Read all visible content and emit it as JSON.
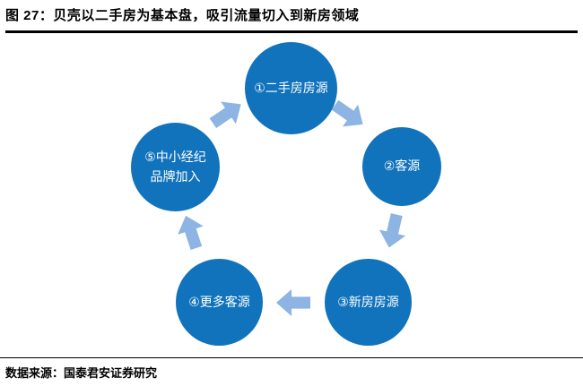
{
  "title": "图 27：贝壳以二手房为基本盘，吸引流量切入到新房领域",
  "source": "数据来源：国泰君安证券研究",
  "colors": {
    "node": "#1173BC",
    "arrow": "#8DB4E2",
    "node_text": "#FFFFFF"
  },
  "diagram": {
    "type": "cycle",
    "direction": "clockwise",
    "nodes": [
      {
        "label": "①二手房房源"
      },
      {
        "label": "②客源"
      },
      {
        "label": "③新房房源"
      },
      {
        "label": "④更多客源"
      },
      {
        "label": "⑤中小经纪品牌加入"
      }
    ],
    "arrows": [
      {
        "from": "①二手房房源",
        "to": "②客源"
      },
      {
        "from": "②客源",
        "to": "③新房房源"
      },
      {
        "from": "③新房房源",
        "to": "④更多客源"
      },
      {
        "from": "④更多客源",
        "to": "⑤中小经纪品牌加入"
      },
      {
        "from": "⑤中小经纪品牌加入",
        "to": "①二手房房源"
      }
    ]
  }
}
